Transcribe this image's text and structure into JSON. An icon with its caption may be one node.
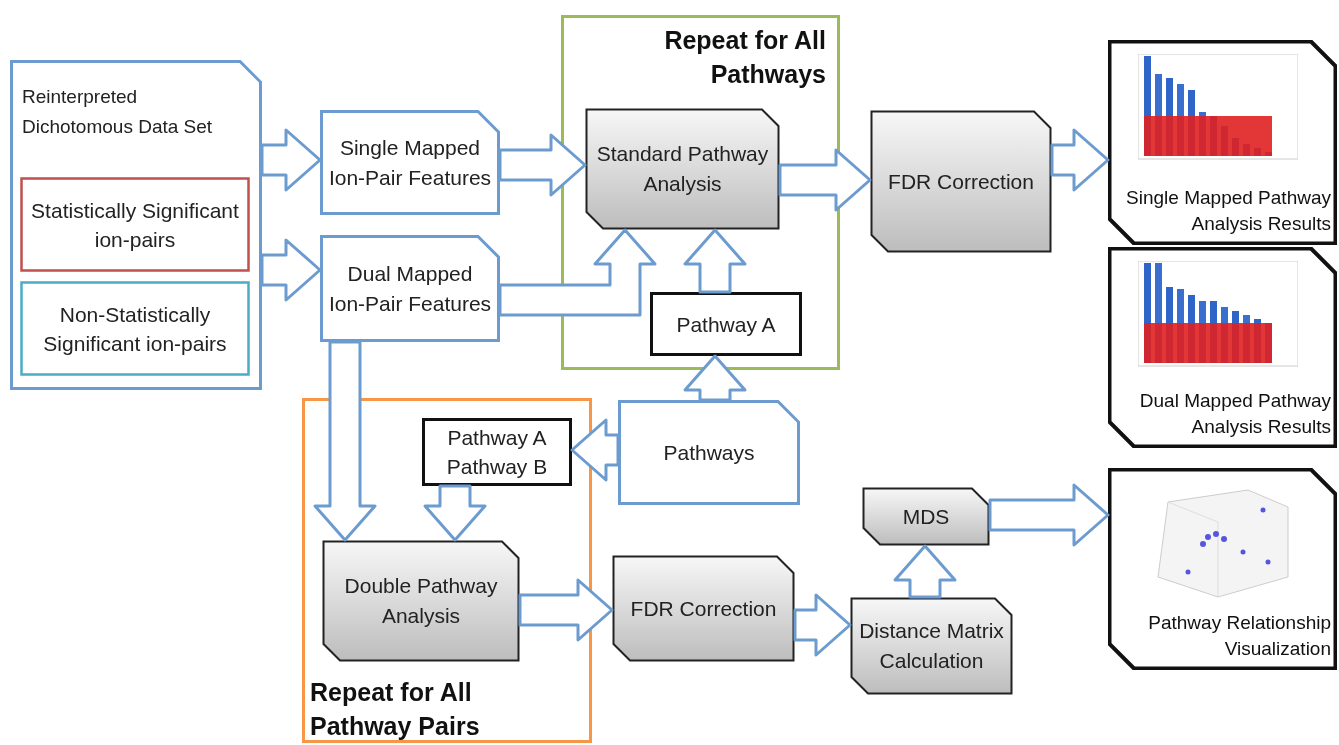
{
  "diagram": {
    "nodes": [
      {
        "text": [
          "Reinterpreted Dichotomous Data Set"
        ]
      },
      {
        "text": [
          "Statistically Significant ion-pairs"
        ],
        "in": 0
      },
      {
        "text": [
          "Non-Statistically Significant ion-pairs"
        ],
        "in": 0
      },
      {
        "text": [
          "Single Mapped Ion-Pair Features"
        ]
      },
      {
        "text": [
          "Dual Mapped Ion-Pair Features"
        ]
      },
      {
        "text": [
          "Repeat for All Pathways"
        ]
      },
      {
        "text": [
          "Standard Pathway Analysis"
        ],
        "in": 5
      },
      {
        "text": [
          "Pathway A"
        ],
        "in": 5
      },
      {
        "text": [
          "FDR Correction"
        ]
      },
      {
        "text": [
          "Single Mapped Pathway Analysis Results"
        ]
      },
      {
        "text": [
          "Dual Mapped Pathway Analysis Results"
        ]
      },
      {
        "text": [
          "Repeat for All Pathway Pairs"
        ]
      },
      {
        "text": [
          "Pathway A",
          "Pathway B"
        ],
        "in": 11
      },
      {
        "text": [
          "Double Pathway Analysis"
        ],
        "in": 11
      },
      {
        "text": [
          "Pathways"
        ]
      },
      {
        "text": [
          "FDR Correction"
        ]
      },
      {
        "text": [
          "Distance Matrix Calculation"
        ]
      },
      {
        "text": [
          "MDS"
        ]
      },
      {
        "text": [
          "Pathway Relationship Visualization"
        ]
      }
    ],
    "edges": [
      {
        "from": 0,
        "to": 3,
        "arrow": "to"
      },
      {
        "from": 0,
        "to": 4,
        "arrow": "to"
      },
      {
        "from": 3,
        "to": 6,
        "arrow": "to"
      },
      {
        "from": 4,
        "to": 6,
        "arrow": "to"
      },
      {
        "from": 7,
        "to": 6,
        "arrow": "to"
      },
      {
        "from": 14,
        "to": 7,
        "arrow": "to"
      },
      {
        "from": 14,
        "to": 12,
        "arrow": "to"
      },
      {
        "from": 6,
        "to": 8,
        "arrow": "to"
      },
      {
        "from": 8,
        "to": 9,
        "arrow": "to"
      },
      {
        "from": 4,
        "to": 13,
        "arrow": "to"
      },
      {
        "from": 12,
        "to": 13,
        "arrow": "to"
      },
      {
        "from": 13,
        "to": 15,
        "arrow": "to"
      },
      {
        "from": 15,
        "to": 16,
        "arrow": "to"
      },
      {
        "from": 16,
        "to": 17,
        "arrow": "to"
      },
      {
        "from": 17,
        "to": 18,
        "arrow": "to"
      }
    ]
  }
}
